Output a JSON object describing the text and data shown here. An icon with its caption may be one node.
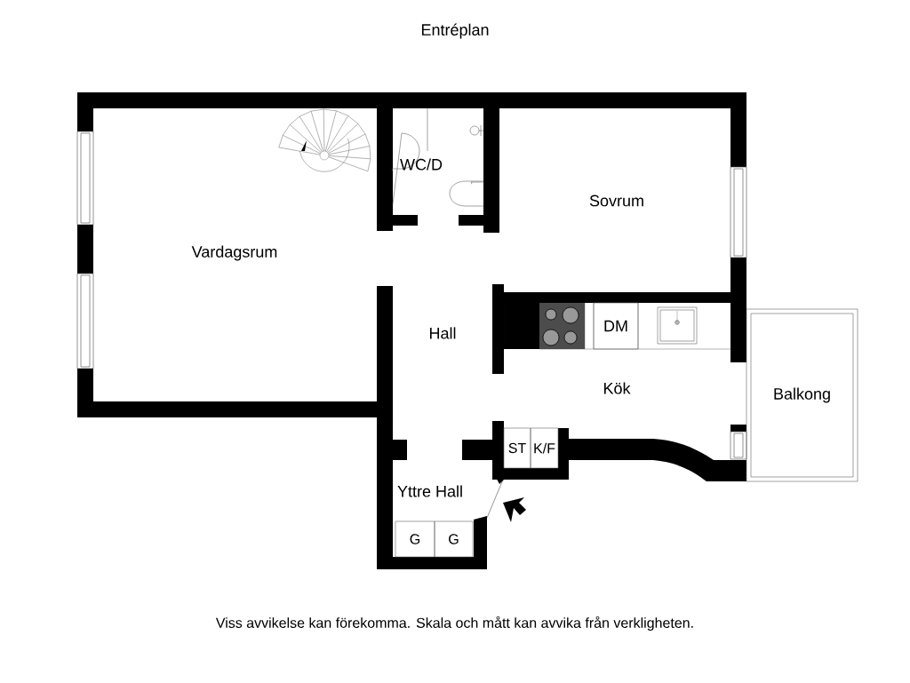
{
  "diagram": {
    "title": "Entréplan",
    "caption": "Viss avvikelse kan förekomma. Skala och mått kan avvika från verkligheten.",
    "nodes": [
      {
        "text": [
          "DM"
        ]
      },
      {
        "text": [
          "ST"
        ]
      },
      {
        "text": [
          "K/F"
        ]
      },
      {
        "text": [
          "G"
        ]
      },
      {
        "text": [
          "G"
        ]
      },
      {
        "text": [
          "Balkong"
        ]
      }
    ],
    "labels": [
      "WC/D",
      "Sovrum",
      "Vardagsrum",
      "Hall",
      "Kök",
      "Yttre Hall"
    ]
  }
}
